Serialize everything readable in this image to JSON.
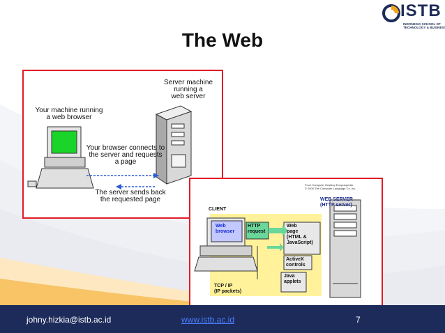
{
  "slide": {
    "title": "The Web",
    "page_number": "7"
  },
  "logo": {
    "name": "ISTB",
    "subtitle": "INDONESIA SCHOOL OF TECHNOLOGY & BUSINESS"
  },
  "figure1": {
    "server_label": "Server machine\nrunning a\nweb server",
    "client_label": "Your machine running\na web browser",
    "request_label": "Your browser connects to\nthe server and requests\na page",
    "response_label": "The server sends back\nthe requested page"
  },
  "figure2": {
    "source": "From Computer Desktop Encyclopedia\n© 2000 The Computer Language Co. Inc.",
    "client_label": "CLIENT",
    "web_server_label": "WEB SERVER\n(HTTP server)",
    "web_browser_label": "Web\nbrowser",
    "http_request_label": "HTTP\nrequest",
    "web_page_label": "Web\npage\n(HTML &\nJavaScript)",
    "activex_label": "ActiveX\ncontrols",
    "java_label": "Java\napplets",
    "tcpip_label": "TCP / IP\n(IP packets)"
  },
  "footer": {
    "email": "johny.hizkia@istb.ac.id",
    "website": "www.istb.ac.id"
  },
  "colors": {
    "footer_bg": "#1d2b5a",
    "accent_orange": "#f3a21b",
    "frame_red": "#e21b26",
    "link_blue": "#4a7dff"
  }
}
